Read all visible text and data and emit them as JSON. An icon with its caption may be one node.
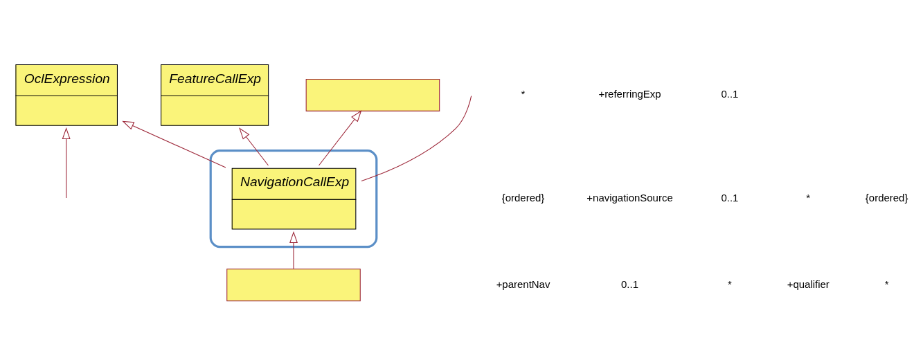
{
  "diagram": {
    "nodes": [
      {
        "text": [
          "FeatureCallExp"
        ]
      },
      {
        "text": [],
        "shape": "box"
      },
      {
        "text": [
          "NavigationCallExp"
        ],
        "in": 1
      },
      {
        "text": [
          "OclExpression"
        ]
      },
      {
        "text": [],
        "shape": "box"
      },
      {
        "text": [],
        "shape": "box"
      }
    ],
    "edges": [
      {
        "from": 2,
        "to": 0,
        "arrow": "to"
      },
      {
        "from": 2,
        "to": null,
        "arrow": "none"
      },
      {
        "from": 2,
        "to": 3,
        "arrow": "to"
      },
      {
        "from": 2,
        "to": 5,
        "arrow": "to"
      },
      {
        "from": 4,
        "to": 2,
        "arrow": "to"
      },
      {
        "from": null,
        "to": 3,
        "arrow": "to"
      }
    ],
    "labels": [
      "+parentNav",
      "0..1",
      "*",
      "+qualifier",
      "*",
      "{ordered}",
      "+navigationSource",
      "0..1",
      "*",
      "{ordered}",
      "*",
      "+referringExp",
      "0..1"
    ]
  }
}
